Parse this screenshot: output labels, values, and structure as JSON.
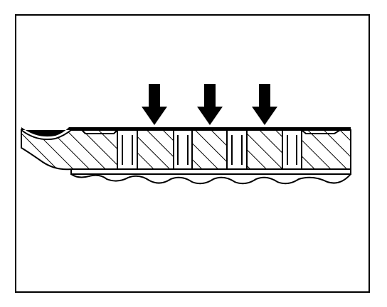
{
  "figure": {
    "description_type": "technical-cross-section",
    "arrow_count": 3,
    "hole_count": 4,
    "colors": {
      "line": "#000000",
      "background": "#ffffff"
    },
    "icons": [
      "down-arrow-icon",
      "hatch-pattern"
    ]
  }
}
